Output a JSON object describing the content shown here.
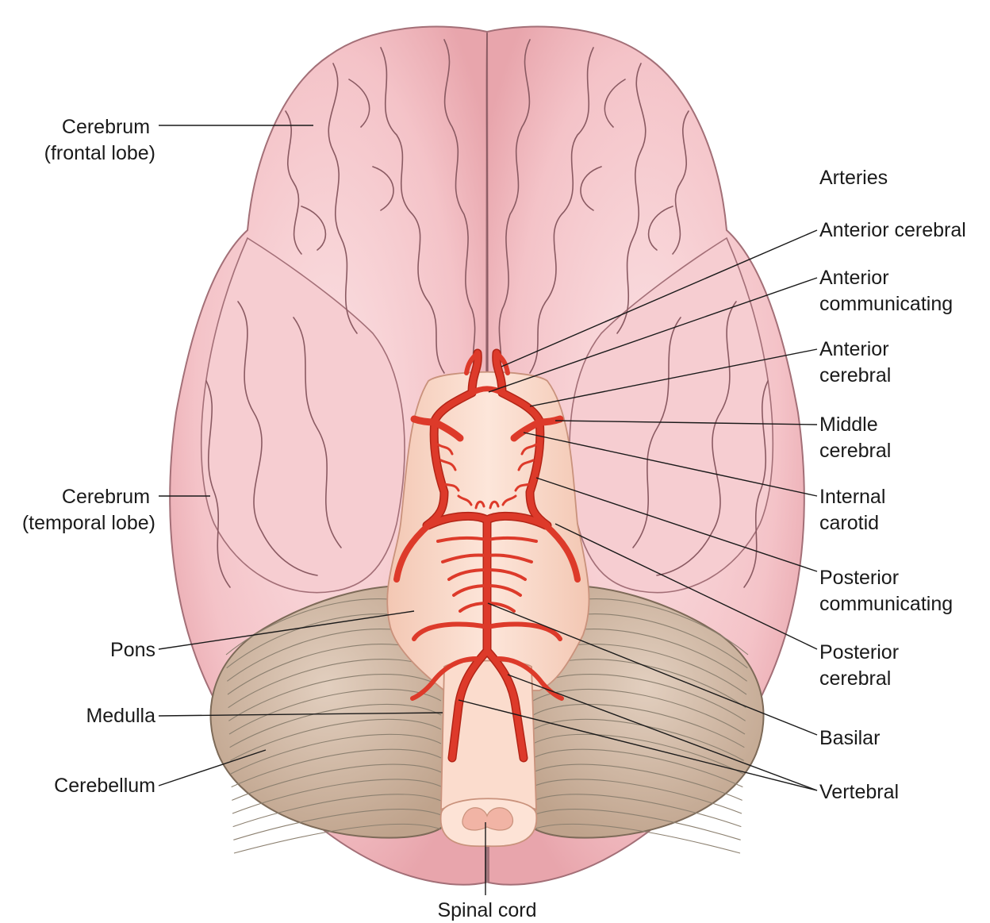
{
  "colors": {
    "cerebrum": "#f6c9cd",
    "cerebrum_shade": "#e9a7ae",
    "cerebellum": "#d4bba9",
    "brainstem": "#fbdccd",
    "artery": "#dd3a2a",
    "artery_outline": "#b32416",
    "text": "#1a1a1a"
  },
  "left_labels": {
    "frontal": [
      "Cerebrum",
      "(frontal lobe)"
    ],
    "temporal": [
      "Cerebrum",
      "(temporal lobe)"
    ],
    "pons": "Pons",
    "medulla": "Medulla",
    "cerebellum": "Cerebellum"
  },
  "bottom_label": "Spinal cord",
  "arteries": {
    "heading": "Arteries",
    "items": [
      [
        "Anterior cerebral"
      ],
      [
        "Anterior",
        "communicating"
      ],
      [
        "Anterior",
        "cerebral"
      ],
      [
        "Middle",
        "cerebral"
      ],
      [
        "Internal",
        "carotid"
      ],
      [
        "Posterior",
        "communicating"
      ],
      [
        "Posterior",
        "cerebral"
      ],
      [
        "Basilar"
      ],
      [
        "Vertebral"
      ]
    ]
  }
}
